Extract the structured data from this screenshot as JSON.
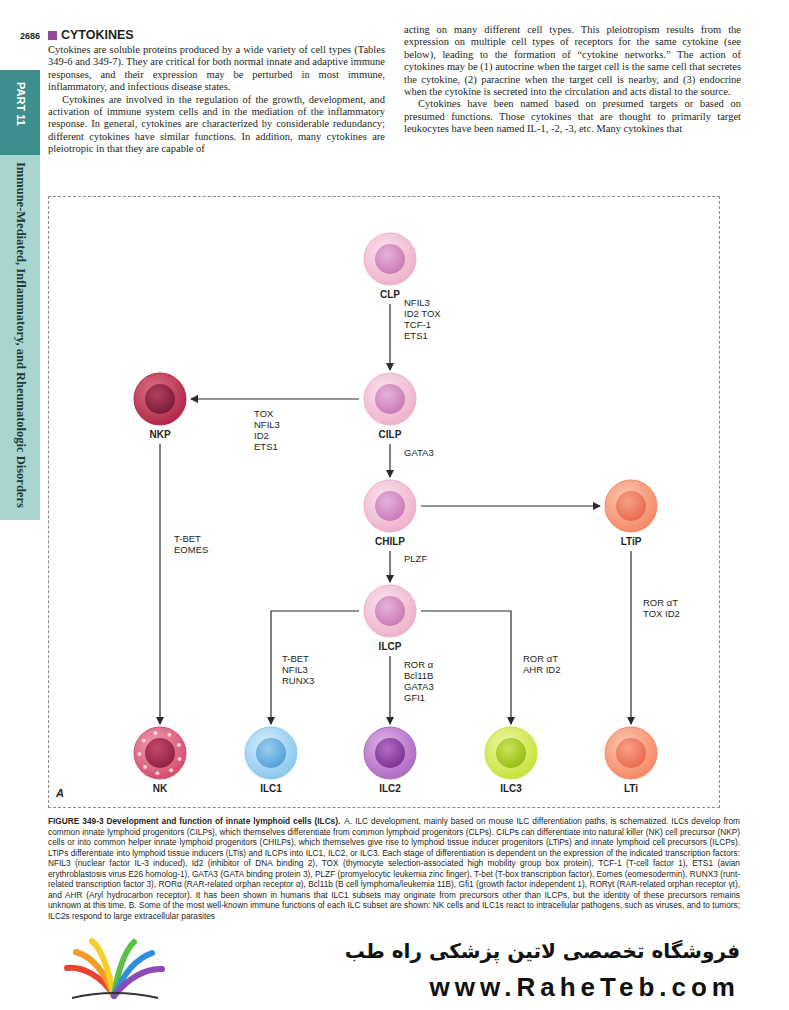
{
  "diagram": {
    "title": "FIGURE 349-3 Development and function of innate lymphoid cells (ILCs).",
    "caption": "A. ILC development, mainly based on mouse ILC differentiation paths, is schematized. ILCs develop from common innate lymphoid progenitors (CILPs), which themselves differentiate from common lymphoid progenitors (CLPs). CILPs can differentiate into natural killer (NK) cell precursor (NKP) cells or into common helper innate lymphoid progenitors (CHILPs), which themselves give rise to lymphoid tissue inducer progenitors (LTiPs) and innate lymphoid cell precursors (ILCPs). LTiPs differentiate into lymphoid tissue inducers (LTis) and ILCPs into ILC1, ILC2, or ILC3. Each stage of differentiation is dependent on the expression of the indicated transcription factors: NFIL3 (nuclear factor IL-3 induced), Id2 (inhibitor of DNA binding 2), TOX (thymocyte selection-associated high mobility group box protein), TCF-1 (T-cell factor 1), ETS1 (avian erythroblastosis virus E26 homolog-1), GATA3 (GATA binding protein 3), PLZF (promyelocytic leukemia zinc finger), T-bet (T-box transcription factor), Eomes (eomesodermin), RUNX3 (runt-related transcription factor 3), RORα (RAR-related orphan receptor α), Bcl11b (B cell lymphoma/leukemia 11B), Gfi1 (growth factor independent 1), RORγt (RAR-related orphan receptor γt), and AHR (Aryl hydrocarbon receptor). It has been shown in humans that ILC1 subsets may originate from precursors other than ILCPs, but the identity of these precursors remains unknown at this time. B. Some of the most well-known immune functions of each ILC subset are shown: NK cells and ILC1s react to intracellular pathogens, such as viruses, and to tumors; ILC2s respond to large extracellular parasites",
    "nodes": [
      {
        "text": [
          "CLP"
        ]
      },
      {
        "text": [
          "NKP"
        ]
      },
      {
        "text": [
          "CILP"
        ]
      },
      {
        "text": [
          "CHILP"
        ]
      },
      {
        "text": [
          "LTiP"
        ]
      },
      {
        "text": [
          "ILCP"
        ]
      },
      {
        "text": [
          "NK"
        ]
      },
      {
        "text": [
          "ILC1"
        ]
      },
      {
        "text": [
          "ILC2"
        ]
      },
      {
        "text": [
          "ILC3"
        ]
      },
      {
        "text": [
          "LTi"
        ]
      }
    ],
    "edges": [
      {
        "from": 0,
        "to": 2,
        "arrow": "to",
        "label": "NFIL3 ID2 TOX TCF-1 ETS1"
      },
      {
        "from": 2,
        "to": 1,
        "arrow": "to",
        "label": "TOX NFIL3 ID2 ETS1"
      },
      {
        "from": 2,
        "to": 3,
        "arrow": "to",
        "label": "GATA3"
      },
      {
        "from": 3,
        "to": 4,
        "arrow": "to"
      },
      {
        "from": 3,
        "to": 5,
        "arrow": "to",
        "label": "PLZF"
      },
      {
        "from": 1,
        "to": 6,
        "arrow": "to",
        "label": "T-BET EOMES"
      },
      {
        "from": 4,
        "to": 10,
        "arrow": "to",
        "label": "ROR αT TOX ID2"
      },
      {
        "from": 5,
        "to": 7,
        "arrow": "to",
        "label": "T-BET NFIL3 RUNX3"
      },
      {
        "from": 5,
        "to": 8,
        "arrow": "to",
        "label": "ROR α Bcl11B GATA3 GFI1"
      },
      {
        "from": 5,
        "to": 9,
        "arrow": "to",
        "label": "ROR αT AHR ID2"
      }
    ],
    "labels": [
      "2686",
      "CYTOKINES",
      "Cytokines are soluble proteins produced by a wide variety of cell types (Tables 349-6 and 349-7). They are critical for both normal innate and adaptive immune responses, and their expression may be perturbed in most immune, inflammatory, and infectious disease states.",
      "Cytokines are involved in the regulation of the growth, development, and activation of immune system cells and in the mediation of the inflammatory response. In general, cytokines are characterized by considerable redundancy; different cytokines have similar functions. In addition, many cytokines are pleiotropic in that they are capable of",
      "acting on many different cell types. This pleiotropism results from the expression on multiple cell types of receptors for the same cytokine (see below), leading to the formation of “cytokine networks.” The action of cytokines may be (1) autocrine when the target cell is the same cell that secretes the cytokine, (2) paracrine when the target cell is nearby, and (3) endocrine when the cytokine is secreted into the circulation and acts distal to the source.",
      "Cytokines have been named based on presumed targets or based on presumed functions. Those cytokines that are thought to primarily target leukocytes have been named IL-1, -2, -3, etc. Many cytokines that",
      "PART 11",
      "Immune-Mediated, Inflammatory, and Rheumatologic Disorders",
      "A",
      "فروشگاه تخصصی لاتین پزشکی راه طب",
      "www.RaheTeb.com"
    ]
  }
}
